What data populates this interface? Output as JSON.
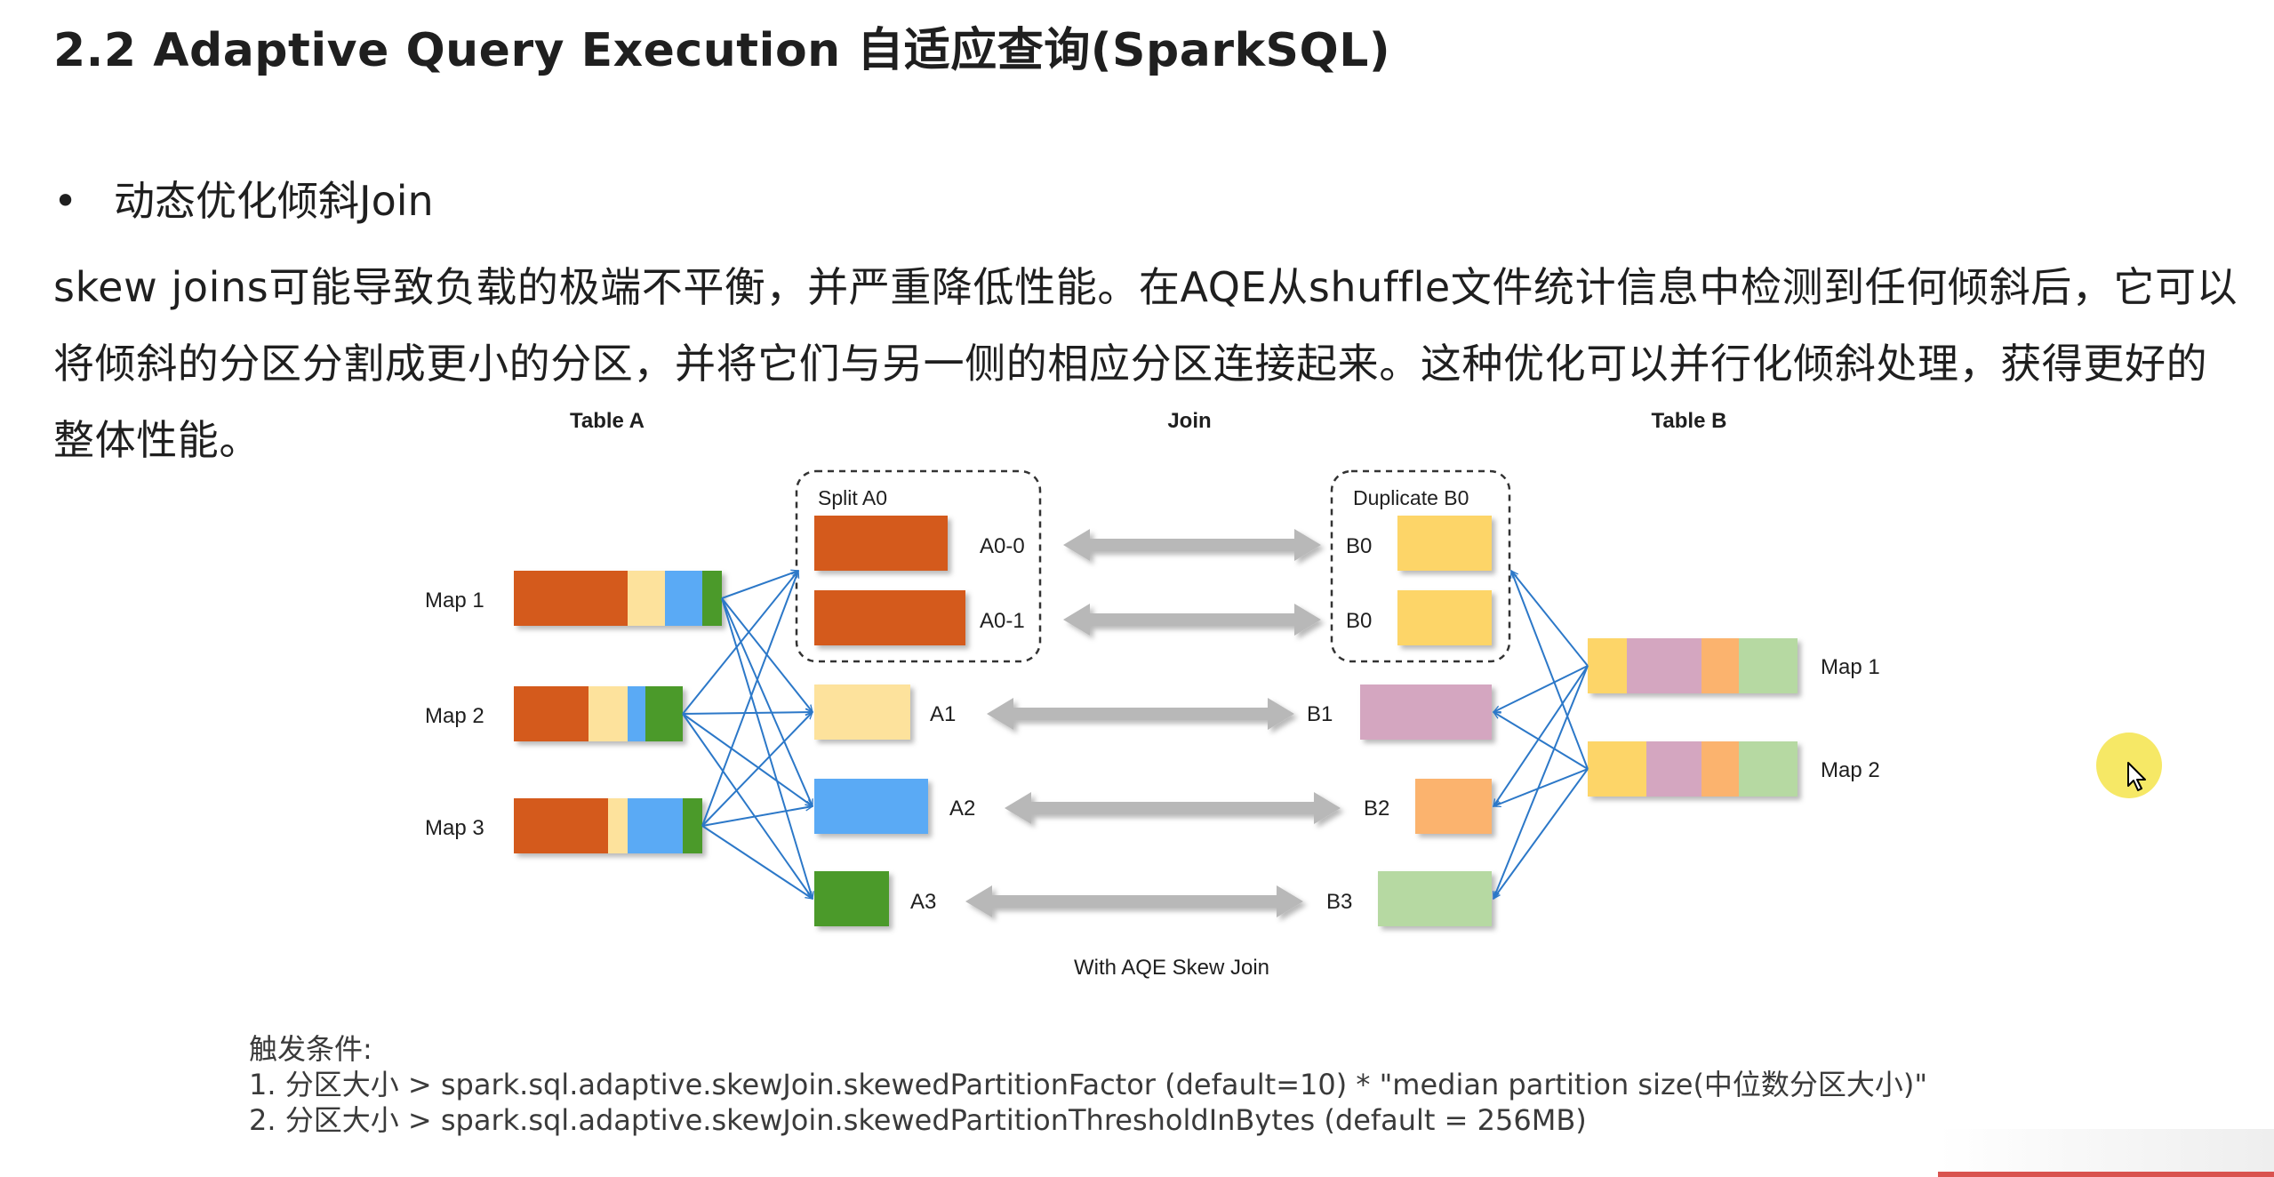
{
  "slide": {
    "title": "2.2 Adaptive Query Execution 自适应查询(SparkSQL)",
    "bullet_symbol": "•",
    "bullet": "动态优化倾斜Join",
    "paragraph": "skew joins可能导致负载的极端不平衡，并严重降低性能。在AQE从shuffle文件统计信息中检测到任何倾斜后，它可以将倾斜的分区分割成更小的分区，并将它们与另一侧的相应分区连接起来。这种优化可以并行化倾斜处理，获得更好的整体性能。"
  },
  "diagram": {
    "header_table_a": "Table A",
    "header_join": "Join",
    "header_table_b": "Table B",
    "split_label": "Split A0",
    "duplicate_label": "Duplicate B0",
    "caption": "With AQE Skew Join",
    "map_labels_a": [
      "Map 1",
      "Map 2",
      "Map 3"
    ],
    "map_labels_b": [
      "Map 1",
      "Map 2"
    ],
    "partitions_a": [
      "A0-0",
      "A0-1",
      "A1",
      "A2",
      "A3"
    ],
    "partitions_b": [
      "B0",
      "B0",
      "B1",
      "B2",
      "B3"
    ],
    "colors": {
      "a0": "#d45a1e",
      "a1": "#fde29c",
      "a2": "#5aaaf5",
      "a3": "#4c9a2a",
      "b0": "#fdd567",
      "b1": "#d4a6c0",
      "b2": "#fbb36e",
      "b3": "#b6d9a2",
      "arrow_line": "#2c78c8",
      "join_arrow": "#b8b8b8"
    }
  },
  "conditions": {
    "heading": "触发条件:",
    "line1": "1. 分区大小 > spark.sql.adaptive.skewJoin.skewedPartitionFactor (default=10) * \"median partition size(中位数分区大小)\"",
    "line2": "2. 分区大小 > spark.sql.adaptive.skewJoin.skewedPartitionThresholdInBytes (default = 256MB)"
  }
}
